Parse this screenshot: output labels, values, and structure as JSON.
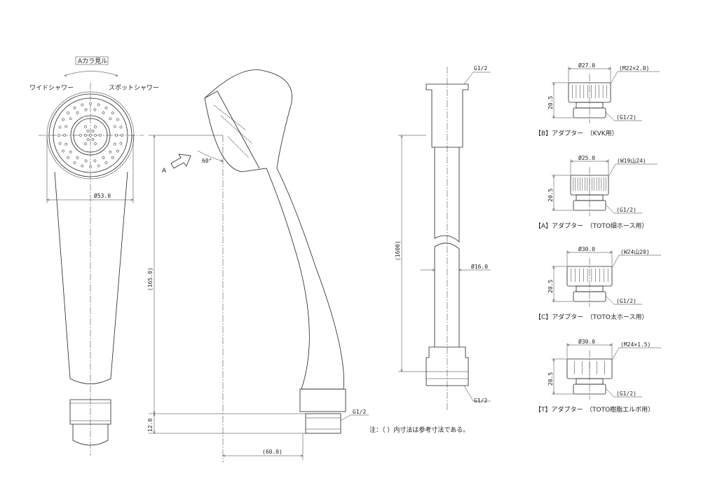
{
  "front_view": {
    "view_label": "Aカラ見ル",
    "wide_shower": "ワイドシャワー",
    "spot_shower": "スポットシャワー",
    "diameter": "Ø53.0"
  },
  "side_view": {
    "arrow_label": "A",
    "angle": "60°",
    "height_dim": "(165.0)",
    "bottom_dim": "12.0",
    "depth_dim": "(60.0)",
    "thread": "G1/2"
  },
  "hose": {
    "top_thread": "G1/2",
    "bottom_thread": "G1/2",
    "length": "(1600)",
    "diameter": "Ø16.0"
  },
  "note": "注：（ ）内寸法は参考寸法である。",
  "adapters": [
    {
      "diameter": "Ø27.0",
      "thread": "(M22×2.0)",
      "height": "20.5",
      "outlet": "(G1/2)",
      "caption": "【B】アダプター　（KVK用）"
    },
    {
      "diameter": "Ø25.0",
      "thread": "(W19山24)",
      "height": "20.5",
      "outlet": "(G1/2)",
      "caption": "【A】アダプター　（TOTO細ホース用）"
    },
    {
      "diameter": "Ø30.0",
      "thread": "(W24山20)",
      "height": "20.5",
      "outlet": "(G1/2)",
      "caption": "【C】アダプター　（TOTO太ホース用）"
    },
    {
      "diameter": "Ø30.0",
      "thread": "(M24×1.5)",
      "height": "20.5",
      "outlet": "(G1/2)",
      "caption": "【T】アダプター　（TOTO樹脂エルボ用）"
    }
  ]
}
